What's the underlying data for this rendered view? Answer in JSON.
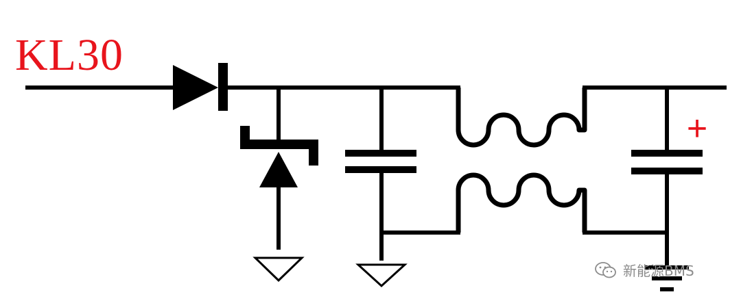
{
  "labels": {
    "input_net": "KL30",
    "cap_polarity": "+"
  },
  "watermark": {
    "text": "新能源BMS",
    "icon": "wechat-icon"
  },
  "colors": {
    "label": "#e8141c",
    "wire": "#000000",
    "watermark": "#8c8c8c"
  },
  "components": [
    "diode",
    "zener-diode",
    "capacitor",
    "common-mode-choke",
    "electrolytic-capacitor",
    "ground",
    "ground",
    "ground"
  ]
}
